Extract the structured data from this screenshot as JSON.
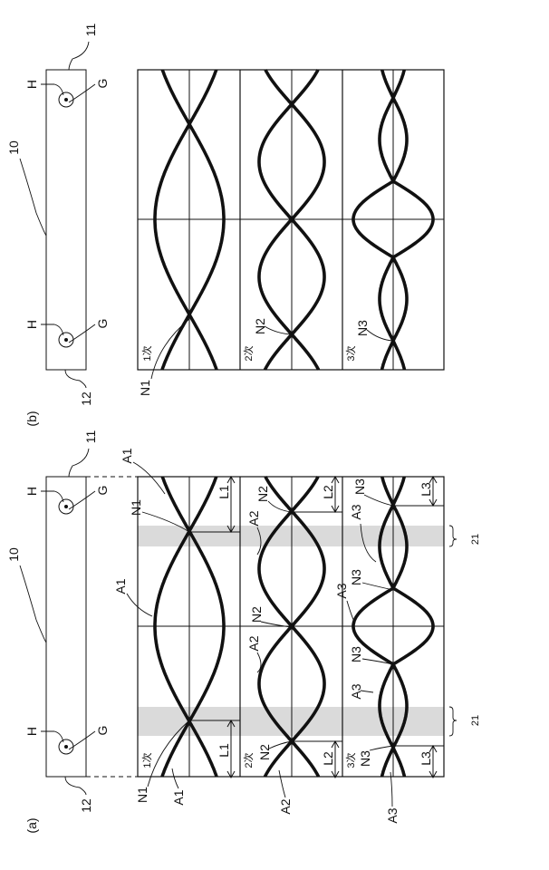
{
  "figure": {
    "panel_a": {
      "label": "(a)",
      "body_ref": "10",
      "end_ref_right": "11",
      "end_ref_left": "12",
      "hole": "H",
      "center": "G",
      "region_ref": "21",
      "modes": [
        {
          "order": "1次",
          "antinode": "A1",
          "node": "N1",
          "length": "L1"
        },
        {
          "order": "2次",
          "antinode": "A2",
          "node": "N2",
          "length": "L2"
        },
        {
          "order": "3次",
          "antinode": "A3",
          "node": "N3",
          "length": "L3"
        }
      ]
    },
    "panel_b": {
      "label": "(b)",
      "body_ref": "10",
      "end_ref_right": "11",
      "end_ref_left": "12",
      "hole": "H",
      "center": "G",
      "modes": [
        {
          "order": "1次",
          "node": "N1"
        },
        {
          "order": "2次",
          "node": "N2"
        },
        {
          "order": "3次",
          "node": "N3"
        }
      ]
    }
  }
}
